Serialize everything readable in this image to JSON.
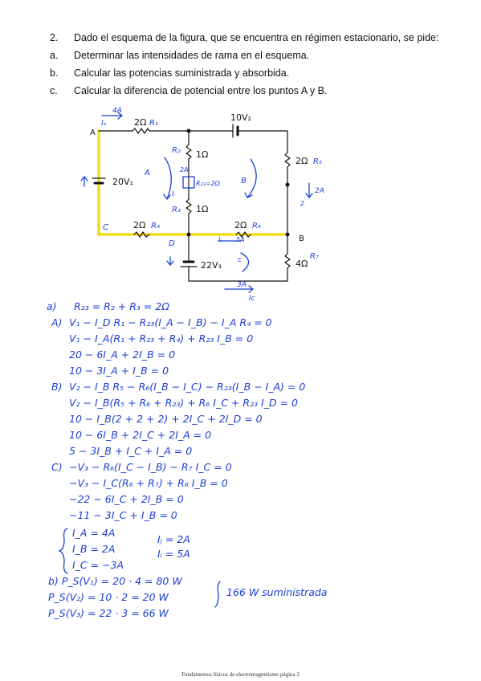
{
  "questions": [
    {
      "num": "2.",
      "text": "Dado el esquema de la figura, que se encuentra en régimen estacionario, se pide:"
    },
    {
      "num": "a.",
      "text": "Determinar las intensidades de rama en el esquema."
    },
    {
      "num": "b.",
      "text": "Calcular las potencias suministrada y absorbida."
    },
    {
      "num": "c.",
      "text": "Calcular la diferencia de potencial entre los puntos A y B."
    }
  ],
  "circuit": {
    "node_A": "A",
    "node_B": "B",
    "node_C": "C",
    "node_D": "D",
    "r1": "2Ω",
    "r1_name": "R₁",
    "r2": "1Ω",
    "r2_name": "R₂",
    "r23": "R₂₃=2Ω",
    "r3": "1Ω",
    "r3_name": "R₃",
    "r4": "2Ω",
    "r4_name": "R₄",
    "r5": "2Ω",
    "r5_name": "R₅",
    "r6": "2Ω",
    "r6_name": "R₆",
    "r7": "4Ω",
    "r7_name": "R₇",
    "v1": "20V₁",
    "v2": "10V₂",
    "v3": "22V₃",
    "ia_label": "Iₐ",
    "ia_value": "4A",
    "mesh_a": "A",
    "mesh_b": "B",
    "mesh_c": "c",
    "ij": "2A",
    "ij_name": "Iⱼ",
    "ii": "5A",
    "ii_name": "Iᵢ",
    "r5_current": "2A",
    "r5_current_name": "2",
    "bottom_current": "3A",
    "ic_label": "Ic"
  },
  "solution": {
    "a_header": "a)",
    "a_line0": "R₂₃ = R₂ + R₃ = 2Ω",
    "A_label": "A)",
    "A_lines": [
      "V₁ − I_D R₁ − R₂₃(I_A − I_B) − I_A R₄ = 0",
      "V₁ − I_A(R₁ + R₂₃ + R₄) + R₂₃ I_B = 0",
      "20 − 6I_A + 2I_B = 0",
      "10 − 3I_A + I_B = 0"
    ],
    "B_label": "B)",
    "B_lines": [
      "V₂ − I_B R₅ − R₆(I_B − I_C) − R₂₃(I_B − I_A) = 0",
      "V₂ − I_B(R₅ + R₆ + R₂₃) + R₆ I_C + R₂₃ I_D = 0",
      "10 − I_B(2 + 2 + 2) + 2I_C + 2I_D = 0",
      "10 − 6I_B + 2I_C + 2I_A = 0",
      "5 − 3I_B + I_C + I_A = 0"
    ],
    "C_label": "C)",
    "C_lines": [
      "−V₃ − R₆(I_C − I_B) − R₇ I_C = 0",
      "−V₃ − I_C(R₆ + R₇) + R₆ I_B = 0",
      "−22 − 6I_C + 2I_B = 0",
      "−11 − 3I_C + I_B = 0"
    ],
    "results": [
      "I_A = 4A",
      "I_B = 2A",
      "I_C = −3A"
    ],
    "results_right": [
      "Iⱼ = 2A",
      "Iᵢ = 5A"
    ],
    "b_lines": [
      "b) P_S(V₁) = 20 · 4 = 80 W",
      "P_S(V₂) = 10 · 2 = 20 W",
      "P_S(V₃) = 22 · 3 = 66 W"
    ],
    "total": "166 W suministrada"
  },
  "footer": "Fundamentos físicos de electromagnetismo página 2"
}
